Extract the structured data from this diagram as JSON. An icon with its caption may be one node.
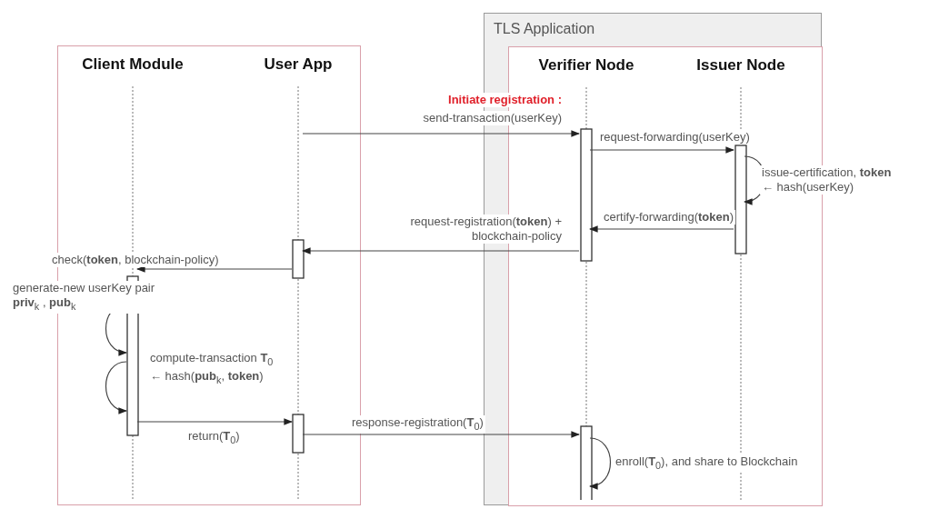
{
  "diagram": {
    "nodes": [
      {
        "text": [],
        "shape": "box"
      },
      {
        "text": [
          "Client Module"
        ],
        "in": 0
      },
      {
        "text": [
          "User App"
        ],
        "in": 0
      },
      {
        "text": [
          "TLS Application"
        ]
      },
      {
        "text": [],
        "shape": "box",
        "in": 3
      },
      {
        "text": [
          "Verifier Node"
        ],
        "in": 4
      },
      {
        "text": [
          "Issuer Node"
        ],
        "in": 4
      }
    ],
    "edges": [
      {
        "from": 2,
        "to": 5,
        "arrow": "to",
        "label": "send-transaction(userKey)"
      },
      {
        "from": 5,
        "to": 6,
        "arrow": "to",
        "label": "request-forwarding(userKey)"
      },
      {
        "from": 6,
        "to": 6,
        "arrow": "to",
        "label": "issue-certification, **token** ← hash(userKey)"
      },
      {
        "from": 6,
        "to": 5,
        "arrow": "to",
        "label": "certify-forwarding(**token**)"
      },
      {
        "from": 5,
        "to": 2,
        "arrow": "to",
        "label": "request-registration(**token**) + blockchain-policy"
      },
      {
        "from": 2,
        "to": 1,
        "arrow": "to",
        "label": "check(**token**, blockchain-policy)"
      },
      {
        "from": 1,
        "to": 1,
        "arrow": "to",
        "label": "generate-new userKey pair **priv**$_{k}$ , **pub**$_{k}$"
      },
      {
        "from": 1,
        "to": 1,
        "arrow": "to",
        "label": "compute-transaction **T**$_{0}$ ← hash(**pub**$_{k}$, **token**)"
      },
      {
        "from": 1,
        "to": 2,
        "arrow": "to",
        "label": "return(**T**$_{0}$)"
      },
      {
        "from": 2,
        "to": 5,
        "arrow": "to",
        "label": "response-registration(**T**$_{0}$)"
      },
      {
        "from": 5,
        "to": 5,
        "arrow": "to",
        "label": "enroll(**T**$_{0}$), and share to Blockchain"
      }
    ],
    "labels": [
      "Initiate registration :"
    ]
  }
}
